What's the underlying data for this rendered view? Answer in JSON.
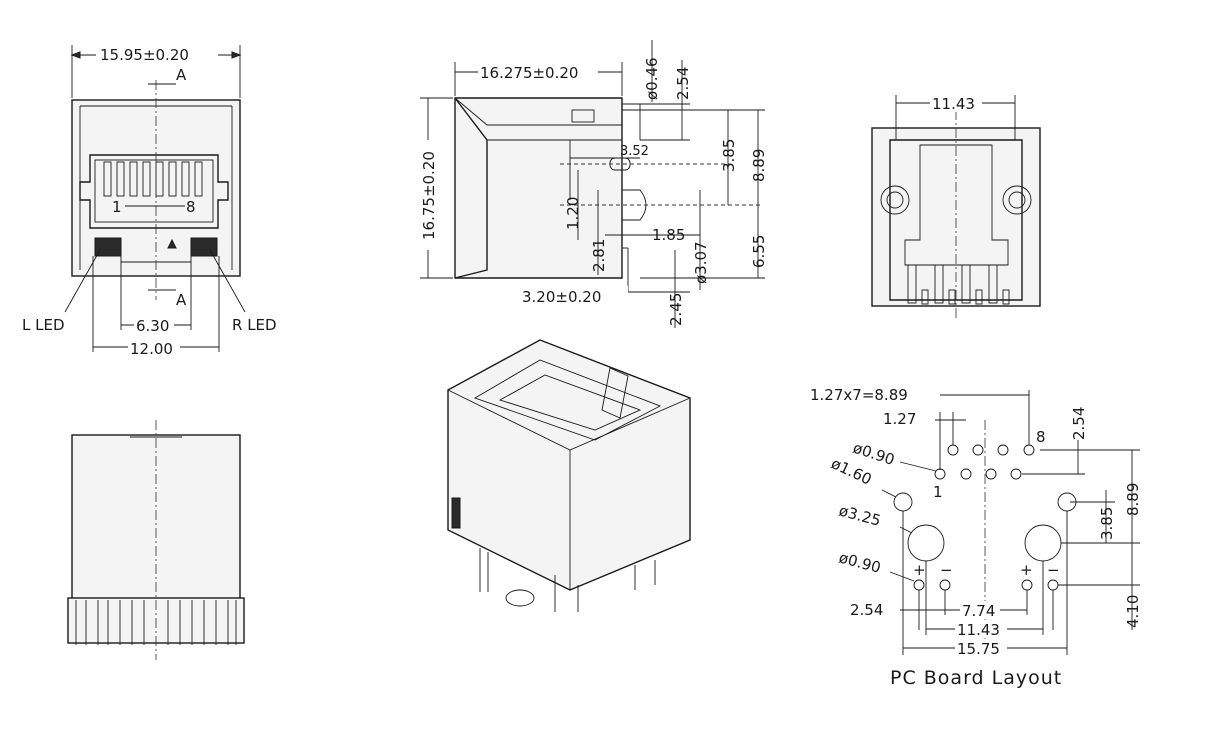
{
  "front_view": {
    "width_dim": "15.95±0.20",
    "section_marker_top": "A",
    "section_marker_bottom": "A",
    "pin_start": "1",
    "pin_end": "8",
    "left_led_label": "L LED",
    "right_led_label": "R LED",
    "led_spacing_dim": "6.30",
    "led_outer_dim": "12.00"
  },
  "side_view": {
    "depth_dim": "16.275±0.20",
    "height_dim": "16.75±0.20",
    "pin_dia_dim": "ø0.46",
    "pin_top_dim": "2.54",
    "dim_3_52": "3.52",
    "dim_3_85": "3.85",
    "dim_8_89": "8.89",
    "dim_1_20": "1.20",
    "dim_2_81": "2.81",
    "dim_1_85": "1.85",
    "dim_3_07": "ø3.07",
    "dim_6_55": "6.55",
    "post_dim": "3.20±0.20",
    "pin_len_dim": "2.45"
  },
  "rear_view": {
    "width_dim": "11.43"
  },
  "pcb_layout": {
    "caption": "PC Board Layout",
    "pitch_total": "1.27x7=8.89",
    "pitch": "1.27",
    "row_offset": "2.54",
    "pin_hole": "ø0.90",
    "led_hole": "ø0.90",
    "tab_hole": "ø1.60",
    "post_hole": "ø3.25",
    "pin1_label": "1",
    "pin8_label": "8",
    "dim_3_85": "3.85",
    "dim_8_89": "8.89",
    "dim_4_10": "4.10",
    "dim_2_54": "2.54",
    "dim_7_74": "7.74",
    "dim_11_43": "11.43",
    "dim_15_75": "15.75",
    "led_plus": "+",
    "led_minus": "−"
  }
}
